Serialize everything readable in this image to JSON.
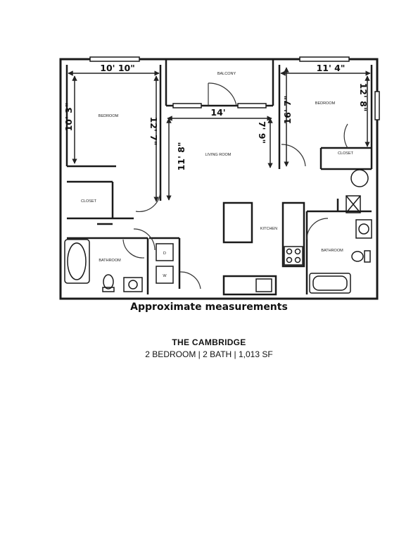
{
  "rooms": {
    "bedroom_left": "BEDROOM",
    "balcony": "BALCONY",
    "bedroom_right": "BEDROOM",
    "living_room": "LIVING ROOM",
    "closet_right": "CLOSET",
    "closet_left": "CLOSET",
    "kitchen": "KITCHEN",
    "bathroom_right": "BATHROOM",
    "bathroom_left": "BATHROOM"
  },
  "appliances": {
    "dryer": "D",
    "washer": "W"
  },
  "dimensions": {
    "bed_left_width": "10' 10\"",
    "bed_left_depth_outer": "10' 3\"",
    "bed_left_depth_inner": "12' 7\"",
    "balcony_width": "14'",
    "living_depth_left": "11' 8\"",
    "living_depth_right": "7' 9\"",
    "bed_right_width": "11' 4\"",
    "bed_right_depth_left": "16' 7\"",
    "bed_right_depth_right": "12' 8\""
  },
  "captions": {
    "approx": "Approximate measurements",
    "title": "THE CAMBRIDGE",
    "subtitle": "2 BEDROOM | 2 BATH | 1,013 SF"
  }
}
